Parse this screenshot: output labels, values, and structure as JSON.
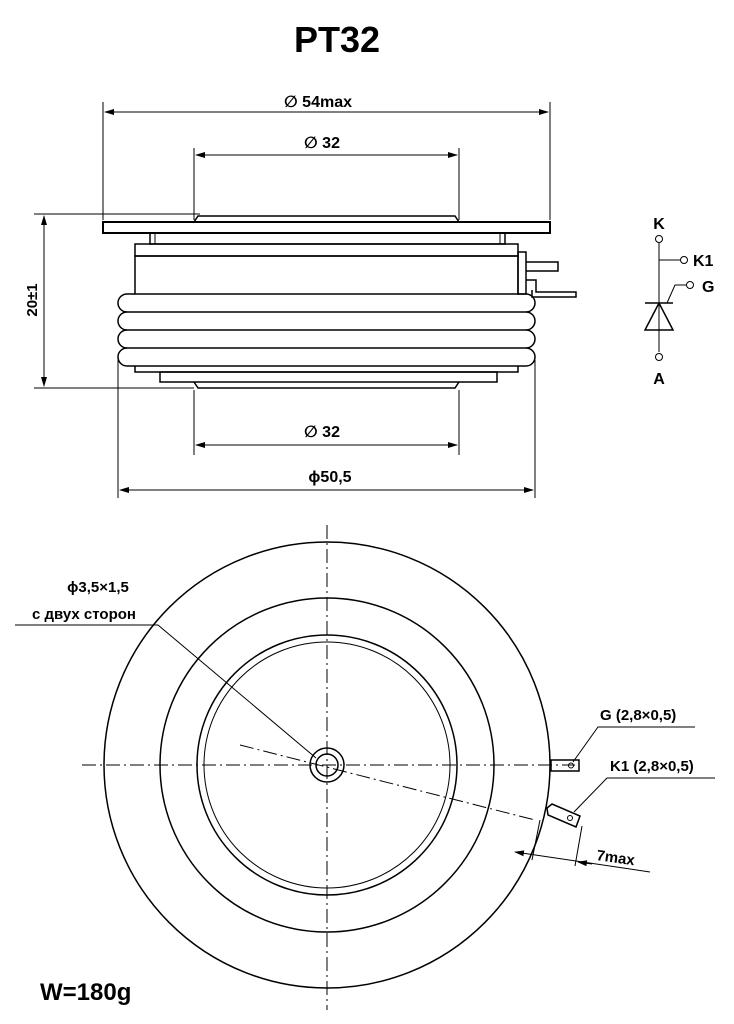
{
  "title": "PT32",
  "weight": "W=180g",
  "dimensions": {
    "outer_flange": "∅ 54max",
    "top_contact": "∅ 32",
    "bottom_contact": "∅ 32",
    "body": "ϕ50,5",
    "height": "20±1",
    "hole_size": "ϕ3,5×1,5",
    "hole_note": "с двух сторон",
    "terminal_length": "7max"
  },
  "terminals": {
    "gate": "G (2,8×0,5)",
    "k1": "K1 (2,8×0,5)"
  },
  "symbol": {
    "cathode": "K",
    "aux_cathode": "K1",
    "gate": "G",
    "anode": "A"
  }
}
